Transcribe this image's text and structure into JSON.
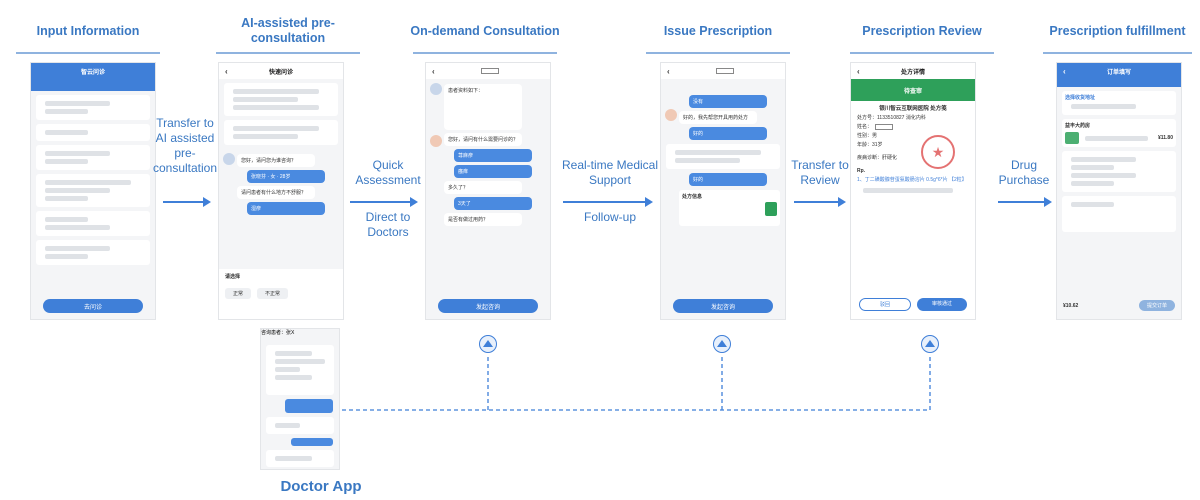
{
  "stages": [
    {
      "title": "Input Information"
    },
    {
      "title": "AI-assisted pre-consultation"
    },
    {
      "title": "On-demand Consultation"
    },
    {
      "title": "Issue Prescription"
    },
    {
      "title": "Prescription Review"
    },
    {
      "title": "Prescription fulfillment"
    }
  ],
  "transitions": {
    "t1": "Transfer to AI assisted pre-consultation",
    "t2a": "Quick Assessment",
    "t2b": "Direct to Doctors",
    "t3a": "Real-time Medical Support",
    "t3b": "Follow-up",
    "t4": "Transfer to Review",
    "t5": "Drug Purchase"
  },
  "phones": {
    "p1": {
      "title": "智云问诊",
      "button": "去问诊"
    },
    "p2": {
      "title": "快速问诊",
      "q1": "您好，请问您为谁咨询？",
      "a1": "张晓芬 · 女 · 28岁",
      "q2": "请问患者有什么地方不舒服？",
      "a2": "湿疹",
      "sheet_title": "请选择",
      "opt1": "正常",
      "opt2": "不正常"
    },
    "p3": {
      "msg1": "患者资料如下：",
      "msg2": "您好，请问有什么需要问诊的？",
      "r1": "荨麻疹",
      "r2": "瘙痒",
      "q3": "多久了？",
      "r3": "3天了",
      "q4": "是否有做过用药？",
      "button": "发起咨询"
    },
    "p4": {
      "r1": "没有",
      "msg1": "好的，我先帮您开具用药处方",
      "r2": "好的",
      "card": "处方信息",
      "button": "发起咨询"
    },
    "p5": {
      "title": "处方详情",
      "status": "待查审",
      "hospital": "银川智云互联网医院 处方笺",
      "no": "处方号：1133510827",
      "dept": "消化内科",
      "name_l": "姓名：",
      "sex": "性别：男",
      "age": "年龄：31岁",
      "dx": "疾病诊断：肝硬化",
      "rp": "Rp.",
      "drug": "1、丁二磺酸腺苷蛋氨酸肠溶片 0.5g*6*片 【2粒】",
      "btn1": "驳回",
      "btn2": "审核通过"
    },
    "p6": {
      "title": "订单填写",
      "addr": "选择收货地址",
      "pharmacy": "益丰大药房",
      "price": "¥11.80",
      "total": "¥10.62",
      "submit": "提交订单"
    }
  },
  "doctor_app": {
    "label": "Doctor App",
    "header": "咨询患者：张X"
  }
}
